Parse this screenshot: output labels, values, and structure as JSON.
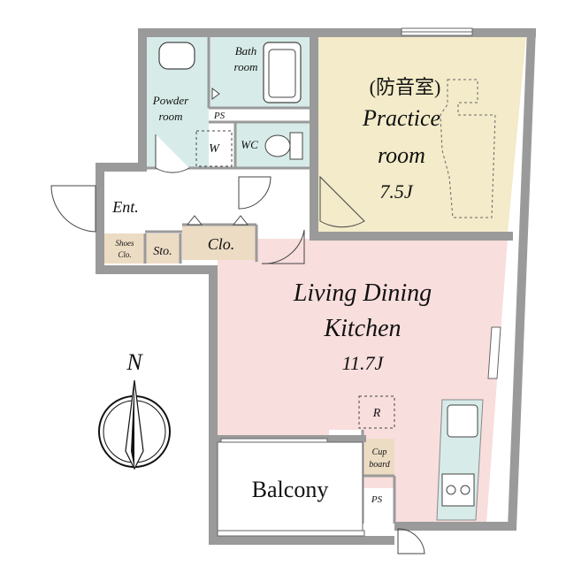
{
  "colors": {
    "wall": "#9a9a9a",
    "wet_area": "#d7ece8",
    "practice_room": "#f3ebc9",
    "ldk": "#f8dedd",
    "storage": "#ecdcc4",
    "hallway": "#ffffff",
    "text": "#111111"
  },
  "rooms": {
    "practice": {
      "soundproof": "(防音室)",
      "name_line1": "Practice",
      "name_line2": "room",
      "size": "7.5J"
    },
    "ldk": {
      "name_line1": "Living Dining",
      "name_line2": "Kitchen",
      "size": "11.7J"
    },
    "bath": {
      "line1": "Bath",
      "line2": "room"
    },
    "powder": {
      "line1": "Powder",
      "line2": "room"
    },
    "wc": "WC",
    "washer": "W",
    "ps_upper": "PS",
    "ps_lower": "PS",
    "entrance": "Ent.",
    "shoes": {
      "line1": "Shoes",
      "line2": "Clo."
    },
    "storage": "Sto.",
    "closet": "Clo.",
    "refrigerator": "R",
    "cupboard": {
      "line1": "Cup",
      "line2": "board"
    },
    "balcony": "Balcony"
  },
  "compass": {
    "label": "N"
  }
}
